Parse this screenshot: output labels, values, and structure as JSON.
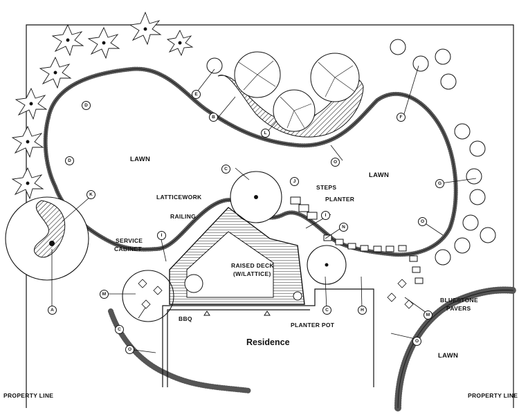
{
  "labels": {
    "lawn": "LAWN",
    "latticework": "LATTICEWORK",
    "steps": "STEPS",
    "planter": "PLANTER",
    "railing": "RAILING",
    "service_cabinet_1": "SERVICE",
    "service_cabinet_2": "CABINET",
    "raised_deck_1": "RAISED DECK",
    "raised_deck_2": "(W/LATTICE)",
    "bbq": "BBQ",
    "planter_pot": "PLANTER POT",
    "bluestone_1": "BLUESTONE",
    "bluestone_2": "PAVERS",
    "residence": "Residence",
    "property_line": "PROPERTY LINE"
  },
  "plant_keys": {
    "A": "A",
    "B": "B",
    "C": "C",
    "D": "D",
    "E": "E",
    "F": "F",
    "G": "G",
    "H": "H",
    "I": "I",
    "J": "J",
    "K": "K",
    "L": "L",
    "M": "M",
    "N": "N",
    "O": "O"
  }
}
